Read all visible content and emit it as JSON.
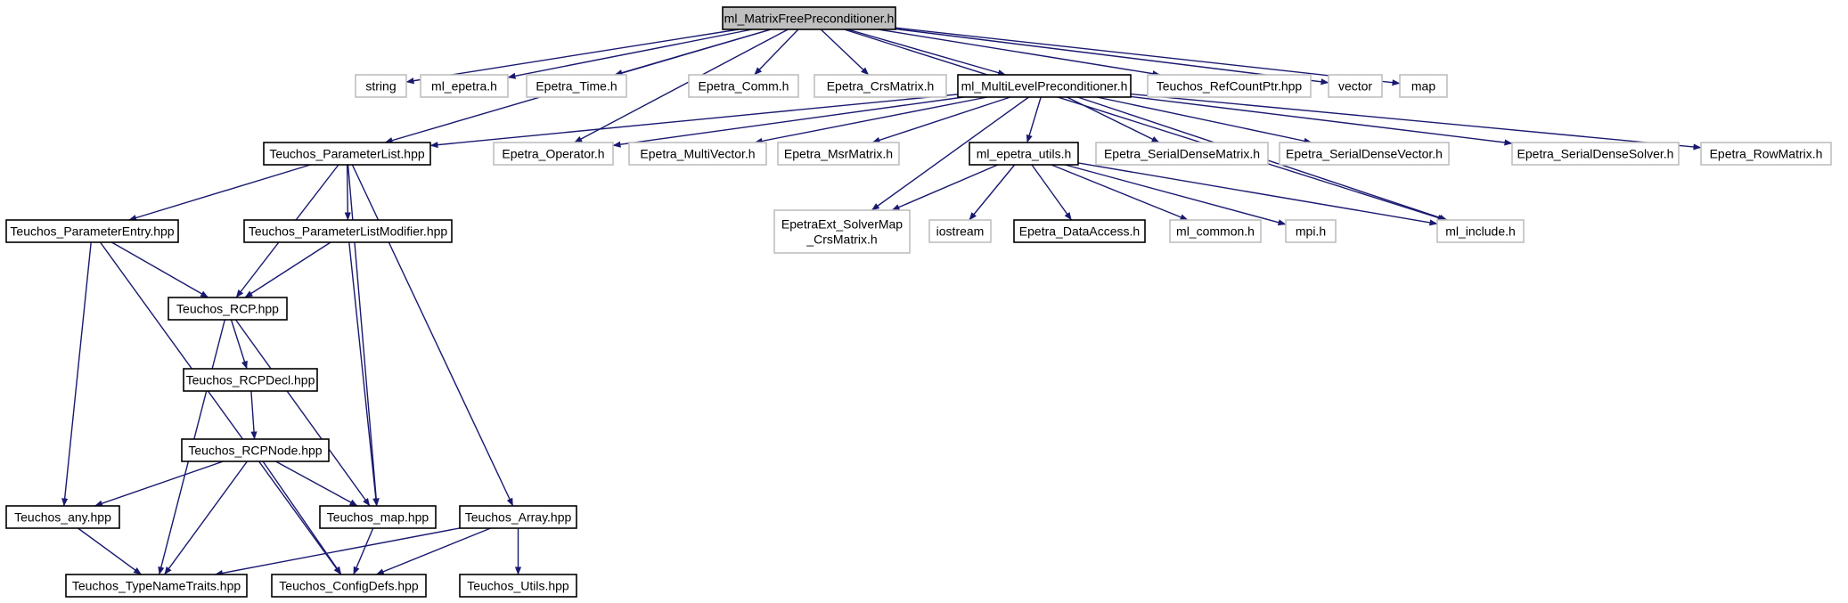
{
  "colors": {
    "background": "#ffffff",
    "edge": "#191970",
    "root_fill": "#bfbfbf",
    "documented_border": "#000000",
    "undocumented_border": "#bfbfbf",
    "text": "#000000"
  },
  "nodes": [
    {
      "id": "root",
      "label": "ml_MatrixFreePreconditioner.h",
      "kind": "root"
    },
    {
      "id": "string",
      "label": "string",
      "kind": "external"
    },
    {
      "id": "ml_epetra",
      "label": "ml_epetra.h",
      "kind": "external"
    },
    {
      "id": "epetra_time",
      "label": "Epetra_Time.h",
      "kind": "external"
    },
    {
      "id": "epetra_comm",
      "label": "Epetra_Comm.h",
      "kind": "external"
    },
    {
      "id": "epetra_crsmatrix",
      "label": "Epetra_CrsMatrix.h",
      "kind": "external"
    },
    {
      "id": "ml_mlprec",
      "label": "ml_MultiLevelPreconditioner.h",
      "kind": "documented"
    },
    {
      "id": "refcountptr",
      "label": "Teuchos_RefCountPtr.hpp",
      "kind": "external"
    },
    {
      "id": "vector",
      "label": "vector",
      "kind": "external"
    },
    {
      "id": "map",
      "label": "map",
      "kind": "external"
    },
    {
      "id": "paramlist",
      "label": "Teuchos_ParameterList.hpp",
      "kind": "documented"
    },
    {
      "id": "epetra_operator",
      "label": "Epetra_Operator.h",
      "kind": "external"
    },
    {
      "id": "epetra_multivector",
      "label": "Epetra_MultiVector.h",
      "kind": "external"
    },
    {
      "id": "epetra_msrmatrix",
      "label": "Epetra_MsrMatrix.h",
      "kind": "external"
    },
    {
      "id": "ml_epetra_utils",
      "label": "ml_epetra_utils.h",
      "kind": "documented"
    },
    {
      "id": "epetra_sdmatrix",
      "label": "Epetra_SerialDenseMatrix.h",
      "kind": "external"
    },
    {
      "id": "epetra_sdvector",
      "label": "Epetra_SerialDenseVector.h",
      "kind": "external"
    },
    {
      "id": "epetra_sdsolver",
      "label": "Epetra_SerialDenseSolver.h",
      "kind": "external"
    },
    {
      "id": "epetra_rowmatrix",
      "label": "Epetra_RowMatrix.h",
      "kind": "external"
    },
    {
      "id": "paramentry",
      "label": "Teuchos_ParameterEntry.hpp",
      "kind": "documented"
    },
    {
      "id": "paramlistmod",
      "label": "Teuchos_ParameterListModifier.hpp",
      "kind": "documented"
    },
    {
      "id": "epetraext",
      "label": "EpetraExt_SolverMap\n_CrsMatrix.h",
      "kind": "external"
    },
    {
      "id": "iostream",
      "label": "iostream",
      "kind": "external"
    },
    {
      "id": "dataaccess",
      "label": "Epetra_DataAccess.h",
      "kind": "documented"
    },
    {
      "id": "ml_common",
      "label": "ml_common.h",
      "kind": "external"
    },
    {
      "id": "mpi",
      "label": "mpi.h",
      "kind": "external"
    },
    {
      "id": "ml_include",
      "label": "ml_include.h",
      "kind": "external"
    },
    {
      "id": "rcp",
      "label": "Teuchos_RCP.hpp",
      "kind": "documented"
    },
    {
      "id": "rcpdecl",
      "label": "Teuchos_RCPDecl.hpp",
      "kind": "documented"
    },
    {
      "id": "rcpnode",
      "label": "Teuchos_RCPNode.hpp",
      "kind": "documented"
    },
    {
      "id": "any",
      "label": "Teuchos_any.hpp",
      "kind": "documented"
    },
    {
      "id": "tmap",
      "label": "Teuchos_map.hpp",
      "kind": "documented"
    },
    {
      "id": "array",
      "label": "Teuchos_Array.hpp",
      "kind": "documented"
    },
    {
      "id": "typenametraits",
      "label": "Teuchos_TypeNameTraits.hpp",
      "kind": "documented"
    },
    {
      "id": "configdefs",
      "label": "Teuchos_ConfigDefs.hpp",
      "kind": "documented"
    },
    {
      "id": "utils",
      "label": "Teuchos_Utils.hpp",
      "kind": "documented"
    }
  ],
  "edges": [
    [
      "root",
      "paramlist"
    ],
    [
      "root",
      "string"
    ],
    [
      "root",
      "ml_epetra"
    ],
    [
      "root",
      "epetra_time"
    ],
    [
      "root",
      "epetra_operator"
    ],
    [
      "root",
      "epetra_comm"
    ],
    [
      "root",
      "epetra_crsmatrix"
    ],
    [
      "root",
      "ml_mlprec"
    ],
    [
      "root",
      "refcountptr"
    ],
    [
      "root",
      "vector"
    ],
    [
      "root",
      "map"
    ],
    [
      "root",
      "ml_include"
    ],
    [
      "ml_mlprec",
      "paramlist"
    ],
    [
      "ml_mlprec",
      "epetra_operator"
    ],
    [
      "ml_mlprec",
      "epetra_multivector"
    ],
    [
      "ml_mlprec",
      "epetra_msrmatrix"
    ],
    [
      "ml_mlprec",
      "epetraext"
    ],
    [
      "ml_mlprec",
      "ml_epetra_utils"
    ],
    [
      "ml_mlprec",
      "epetra_sdmatrix"
    ],
    [
      "ml_mlprec",
      "epetra_sdvector"
    ],
    [
      "ml_mlprec",
      "ml_include"
    ],
    [
      "ml_mlprec",
      "epetra_sdsolver"
    ],
    [
      "ml_mlprec",
      "epetra_rowmatrix"
    ],
    [
      "ml_epetra_utils",
      "epetraext"
    ],
    [
      "ml_epetra_utils",
      "iostream"
    ],
    [
      "ml_epetra_utils",
      "dataaccess"
    ],
    [
      "ml_epetra_utils",
      "ml_common"
    ],
    [
      "ml_epetra_utils",
      "mpi"
    ],
    [
      "ml_epetra_utils",
      "ml_include"
    ],
    [
      "paramlist",
      "paramentry"
    ],
    [
      "paramlist",
      "rcp"
    ],
    [
      "paramlist",
      "paramlistmod"
    ],
    [
      "paramlist",
      "tmap"
    ],
    [
      "paramlist",
      "array"
    ],
    [
      "paramentry",
      "rcp"
    ],
    [
      "paramentry",
      "any"
    ],
    [
      "paramentry",
      "configdefs"
    ],
    [
      "paramlistmod",
      "rcp"
    ],
    [
      "paramlistmod",
      "tmap"
    ],
    [
      "rcp",
      "rcpdecl"
    ],
    [
      "rcp",
      "typenametraits"
    ],
    [
      "rcp",
      "tmap"
    ],
    [
      "rcpdecl",
      "rcpnode"
    ],
    [
      "rcpnode",
      "any"
    ],
    [
      "rcpnode",
      "typenametraits"
    ],
    [
      "rcpnode",
      "tmap"
    ],
    [
      "rcpnode",
      "configdefs"
    ],
    [
      "any",
      "typenametraits"
    ],
    [
      "tmap",
      "configdefs"
    ],
    [
      "array",
      "typenametraits"
    ],
    [
      "array",
      "configdefs"
    ],
    [
      "array",
      "utils"
    ]
  ]
}
